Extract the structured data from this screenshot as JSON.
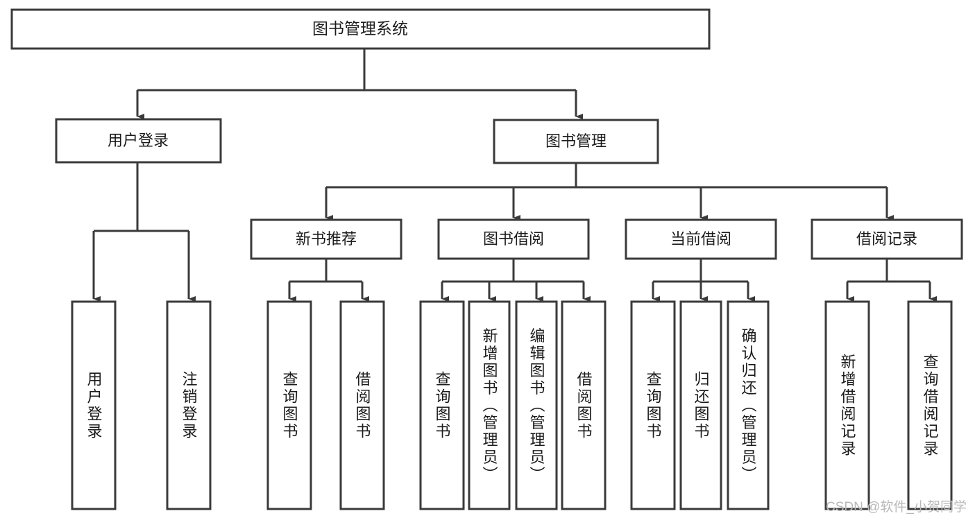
{
  "diagram": {
    "type": "tree",
    "title": "图书管理系统",
    "root": {
      "label": "图书管理系统"
    },
    "level1": [
      {
        "label": "用户登录"
      },
      {
        "label": "图书管理"
      }
    ],
    "level2": [
      {
        "label": "新书推荐"
      },
      {
        "label": "图书借阅"
      },
      {
        "label": "当前借阅"
      },
      {
        "label": "借阅记录"
      }
    ],
    "leaves": {
      "user_login": [
        {
          "label": "用户登录"
        },
        {
          "label": "注销登录"
        }
      ],
      "new_book_recommend": [
        {
          "label": "查询图书"
        },
        {
          "label": "借阅图书"
        }
      ],
      "book_borrow": [
        {
          "label": "查询图书"
        },
        {
          "label": "新增图书（管理员）"
        },
        {
          "label": "编辑图书（管理员）"
        },
        {
          "label": "借阅图书"
        }
      ],
      "current_borrow": [
        {
          "label": "查询图书"
        },
        {
          "label": "归还图书"
        },
        {
          "label": "确认归还（管理员）"
        }
      ],
      "borrow_record": [
        {
          "label": "新增借阅记录"
        },
        {
          "label": "查询借阅记录"
        }
      ]
    }
  },
  "watermark": {
    "text": "CSDN @软件_小贺同学"
  },
  "colors": {
    "background": "#ffffff",
    "box_fill": "#ffffff",
    "stroke": "#3a3a3a",
    "text": "#1b1b1b",
    "watermark": "#b9b9b9"
  }
}
